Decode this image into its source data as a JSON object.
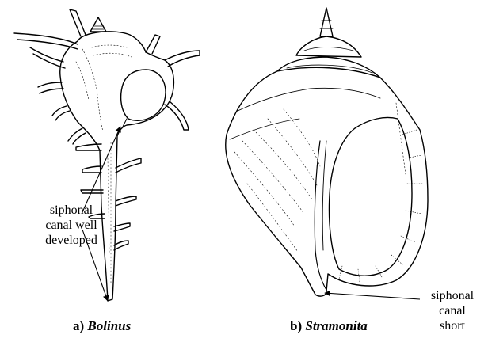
{
  "panels": [
    {
      "caption_prefix": "a) ",
      "caption_genus": "Bolinus",
      "annotation": [
        "siphonal",
        "canal well",
        "developed"
      ]
    },
    {
      "caption_prefix": "b) ",
      "caption_genus": "Stramonita",
      "annotation": [
        "siphonal",
        "canal",
        "short"
      ]
    }
  ]
}
